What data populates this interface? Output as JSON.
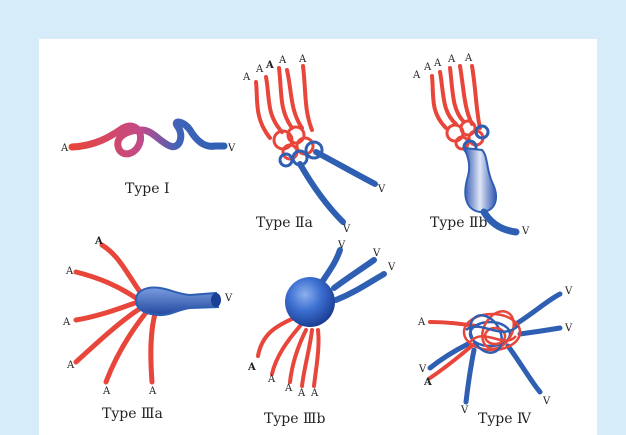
{
  "labels": {
    "artery": "A",
    "vein": "V",
    "type1": "Type Ⅰ",
    "type2a": "Type Ⅱa",
    "type2b": "Type Ⅱb",
    "type3a": "Type Ⅲa",
    "type3b": "Type Ⅲb",
    "type4": "Type Ⅳ"
  },
  "colors": {
    "background": "#d6ecf8",
    "artery": "#e8463a",
    "vein": "#2f5fb3",
    "panel": "#ffffff"
  }
}
